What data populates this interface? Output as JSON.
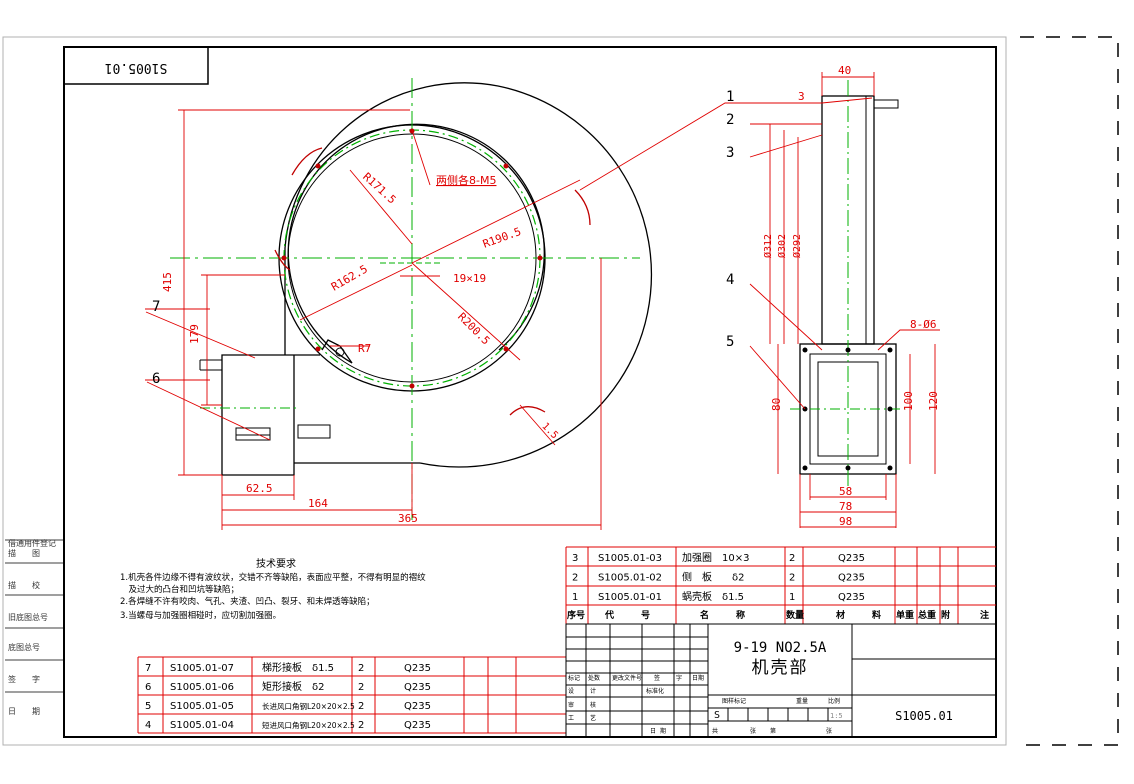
{
  "corner_code": "S1005.01",
  "part_numbers": [
    "1",
    "2",
    "3",
    "4",
    "5",
    "6",
    "7"
  ],
  "dims": {
    "r171": "R171.5",
    "r190": "R190.5",
    "r162": "R162.5",
    "r200": "R200.5",
    "r7": "R7",
    "hole_note": "两侧各8-M5",
    "sq": "19×19",
    "h415": "415",
    "h179": "179",
    "w62": "62.5",
    "w164": "164",
    "w365": "365",
    "l15": "1.5",
    "w40": "40",
    "w3": "3",
    "d312": "Ø312",
    "d302": "Ø302",
    "d292": "Ø292",
    "holes8": "8-Ø6",
    "h80": "80",
    "h100": "100",
    "h120": "120",
    "w58": "58",
    "w78": "78",
    "w98": "98"
  },
  "side_labels": [
    "借通用件登记",
    "描　　图",
    "描　　校",
    "旧底图总号",
    "底图总号",
    "签　　字",
    "日　　期"
  ],
  "tech": {
    "title": "技术要求",
    "lines": [
      "1.机壳各件边缘不得有波纹状，交错不齐等缺陷，表面应平整，不得有明显的褶纹",
      "　及过大的凸台和凹坑等缺陷；",
      "2.各焊缝不许有咬肉、气孔、夹渣、凹凸、裂牙、和未焊透等缺陷；",
      "3.当螺母与加强圈相碰时，应切割加强圈。"
    ]
  },
  "bom_upper": [
    [
      "3",
      "S1005.01-03",
      "加强圈　10×3",
      "2",
      "Q235"
    ],
    [
      "2",
      "S1005.01-02",
      "侧　板　　δ2",
      "2",
      "Q235"
    ],
    [
      "1",
      "S1005.01-01",
      "蜗壳板　δ1.5",
      "1",
      "Q235"
    ]
  ],
  "bom_header": [
    "序号",
    "代　　　号",
    "名　　　称",
    "数量",
    "材　　　料",
    "单重",
    "总重",
    "附",
    "注"
  ],
  "bom_lower": [
    [
      "7",
      "S1005.01-07",
      "梯形接板　δ1.5",
      "2",
      "Q235"
    ],
    [
      "6",
      "S1005.01-06",
      "矩形接板　δ2",
      "2",
      "Q235"
    ],
    [
      "5",
      "S1005.01-05",
      "长进风口角钢L20×20×2.5",
      "2",
      "Q235"
    ],
    [
      "4",
      "S1005.01-04",
      "短进风口角钢L20×20×2.5",
      "2",
      "Q235"
    ]
  ],
  "title_block": {
    "model": "9-19 NO2.5A",
    "name": "机壳部",
    "drawing_no": "S1005.01",
    "stage": "S",
    "scale": "1:5",
    "small": [
      "标记",
      "处数",
      "更改文件号",
      "签",
      "字",
      "日期",
      "设",
      "计",
      "标准化",
      "审",
      "核",
      "工",
      "艺",
      "日",
      "期",
      "共",
      "张",
      "第",
      "张",
      "图样标记",
      "重量",
      "比例"
    ]
  },
  "colors": {
    "outline": "#000000",
    "dim": "#e00000",
    "center": "#00b000"
  }
}
